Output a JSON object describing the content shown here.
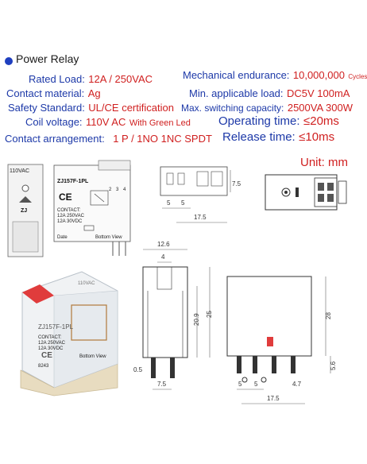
{
  "title": "Power Relay",
  "specs_left": [
    {
      "label": "Rated Load:",
      "value": "12A / 250VAC"
    },
    {
      "label": "Contact material:",
      "value": "Ag"
    },
    {
      "label": "Safety Standard:",
      "value": "UL/CE certification"
    },
    {
      "label": "Coil voltage:",
      "value": "110V AC",
      "value_note": "With Green Led"
    },
    {
      "label": "Contact  arrangement:",
      "value": "1 P / 1NO 1NC SPDT"
    }
  ],
  "specs_right": [
    {
      "label": "Mechanical endurance:",
      "value": "10,000,000",
      "value_note": "Cycles"
    },
    {
      "label": "Min. applicable load:",
      "value": "DC5V 100mA"
    },
    {
      "label": "Max. switching capacity:",
      "value": "2500VA 300W"
    },
    {
      "label": "Operating time:",
      "value": "≤20ms"
    },
    {
      "label": "Release time:",
      "value": "≤10ms"
    }
  ],
  "unit_label": "Unit: mm",
  "socket_label": "110VAC",
  "model": "ZJ157F-1PL",
  "brand_mark": "ZJ",
  "contact_lines": [
    "CONTACT:",
    "12A 250VAC",
    "12A 30VDC"
  ],
  "date_label": "Date",
  "bottom_view_label": "Bottom View",
  "photo_model": "ZJ157F-1PL",
  "photo_voltage": "110VAC",
  "photo_contact": [
    "CONTACT:",
    "12A 250VAC",
    "12A 30VDC"
  ],
  "photo_code": "8243",
  "pin_numbers": [
    "2",
    "3",
    "4"
  ],
  "dims_top": {
    "d1": "5",
    "d2": "5",
    "d3": "17.5",
    "d4": "7.5"
  },
  "dims_bottom": {
    "w_top": "12.6",
    "w_inner": "4",
    "h_inner": "20.9",
    "h_total": "25",
    "pin_gap": "0.5",
    "pin_space": "7.5",
    "side_h": "28",
    "side_pin": "5.6",
    "bottom_a": "5",
    "bottom_b": "5",
    "bottom_c": "4.7",
    "bottom_total": "17.5"
  },
  "colors": {
    "label_blue": "#1d39a8",
    "value_red": "#d02020",
    "latch_red": "#e03c3c",
    "base_beige": "#e8dcc0"
  }
}
